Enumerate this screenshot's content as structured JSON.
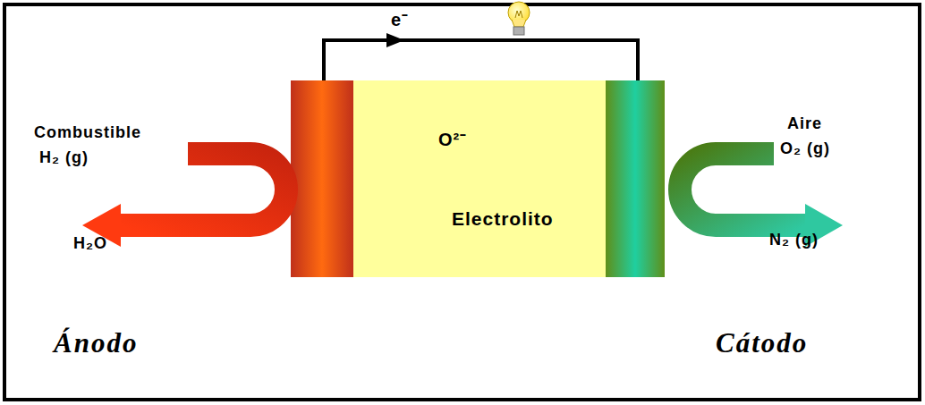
{
  "diagram": {
    "nodes": [
      {
        "text": [
          "O²⁻",
          "Electrolito"
        ]
      }
    ],
    "labels": [
      "e⁻",
      "Combustible",
      "H₂ (g)",
      "H₂O",
      "Aire",
      "O₂ (g)",
      "N₂ (g)",
      "Ánodo",
      "Cátodo"
    ]
  }
}
